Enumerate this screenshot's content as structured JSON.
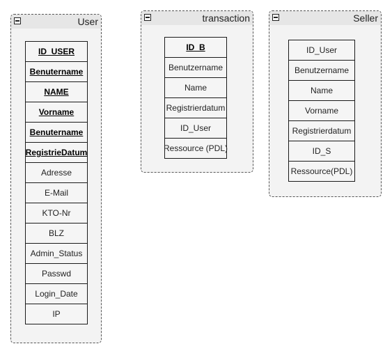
{
  "groups": {
    "user": {
      "title": "User",
      "fields": [
        "ID_USER",
        "Benutername",
        "NAME",
        "Vorname",
        "Benutername",
        "RegistrieDatum",
        "Adresse",
        "E-Mail",
        "KTO-Nr",
        "BLZ",
        "Admin_Status",
        "Passwd",
        "Login_Date",
        "IP"
      ],
      "key_fields": 6
    },
    "transaction": {
      "title": "transaction",
      "fields": [
        "ID_B",
        "Benutzername",
        "Name",
        "Registrierdatum",
        "ID_User",
        "Ressource (PDL)"
      ],
      "key_fields": 1
    },
    "seller": {
      "title": "Seller",
      "fields": [
        "ID_User",
        "Benutzername",
        "Name",
        "Vorname",
        "Registrierdatum",
        "ID_S",
        "Ressource(PDL)"
      ],
      "key_fields": 0
    }
  }
}
